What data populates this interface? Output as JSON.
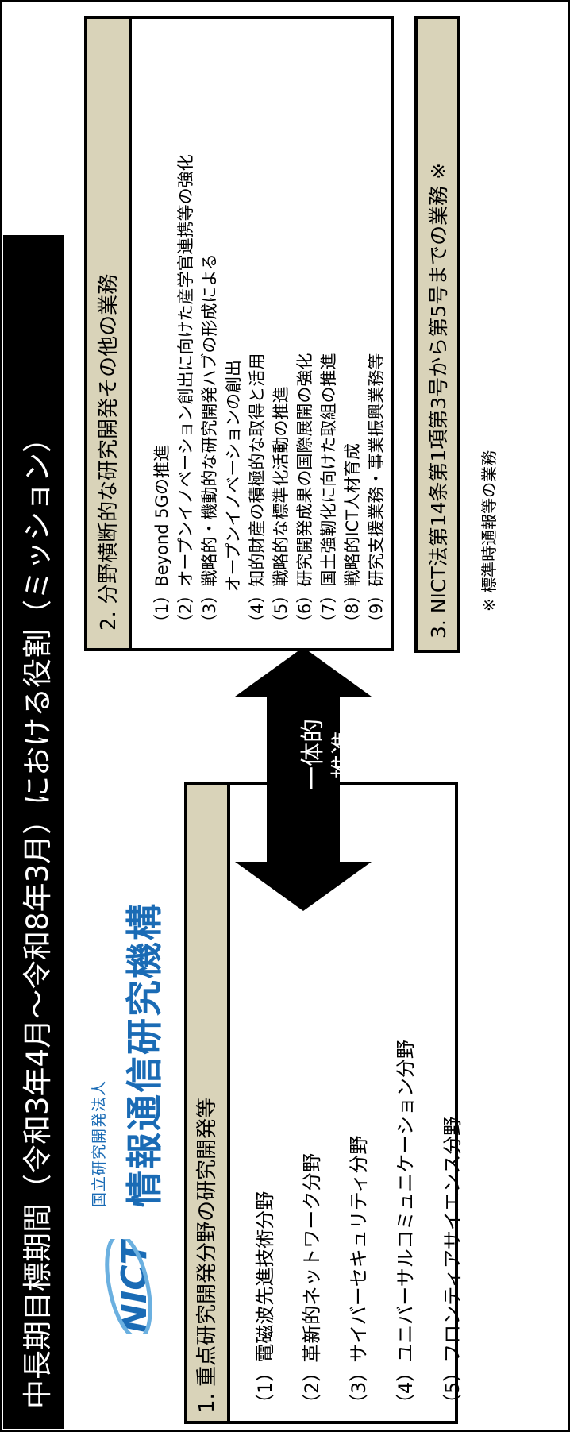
{
  "title": "中長期目標期間（令和3年4月～令和8年3月）における役割（ミッション）",
  "logo": {
    "org_small": "国立研究開発法人",
    "org_name": "情報通信研究機構",
    "mark": "NICT"
  },
  "section1": {
    "heading": "1. 重点研究開発分野の研究開発等",
    "items": [
      "（1）電磁波先進技術分野",
      "（2）革新的ネットワーク分野",
      "（3）サイバーセキュリティ分野",
      "（4）ユニバーサルコミュニケーション分野",
      "（5）フロンティアサイエンス分野"
    ]
  },
  "section2": {
    "heading": "2. 分野横断的な研究開発その他の業務",
    "items": [
      "（1）Beyond 5Gの推進",
      "（2）オープンイノベーション創出に向けた産学官連携等の強化",
      "（3）戦略的・機動的な研究開発ハブの形成による",
      "　　 オープンイノベーションの創出",
      "（4）知的財産の積極的な取得と活用",
      "（5）戦略的な標準化活動の推進",
      "（6）研究開発成果の国際展開の強化",
      "（7）国土強靭化に向けた取組の推進",
      "（8）戦略的ICT人材育成",
      "（9）研究支援業務・事業振興業務等"
    ]
  },
  "arrow": {
    "line1": "一体的",
    "line2": "推進"
  },
  "section3": {
    "heading": "3. NICT法第14条第1項第3号から第5号までの業務 ※"
  },
  "footnote": "※ 標準時通報等の業務",
  "colors": {
    "header_fill": "#d9d3b9",
    "logo_blue": "#1a6bb5",
    "title_bg": "#000000"
  }
}
